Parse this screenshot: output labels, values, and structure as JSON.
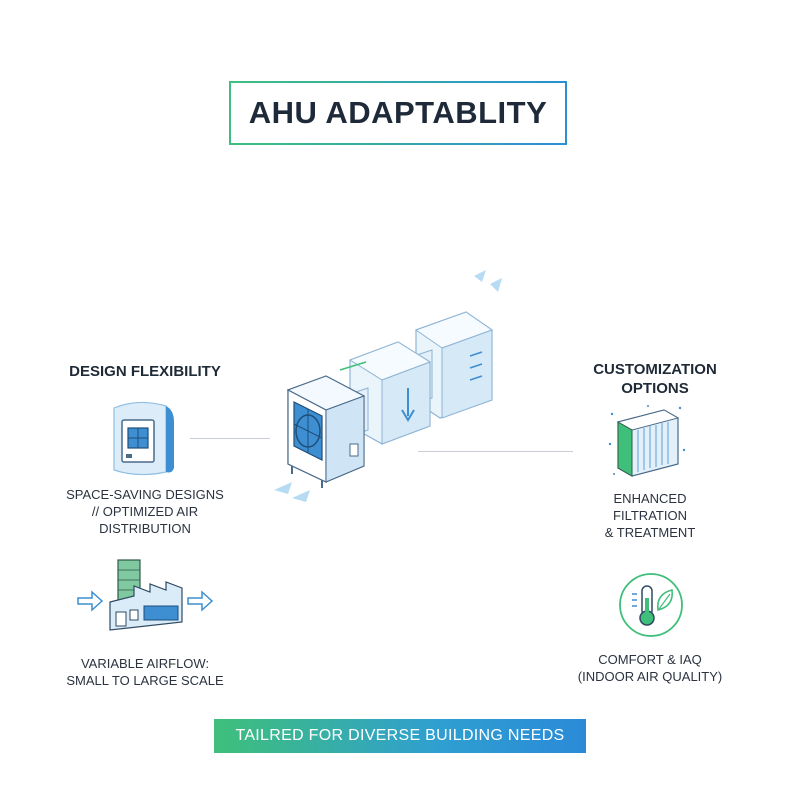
{
  "title": "AHU ADAPTABLITY",
  "left": {
    "heading": "DESIGN FLEXIBILITY",
    "space_caption_lines": [
      "SPACE-SAVING DESIGNS",
      "// OPTIMIZED AIR",
      "DISTRIBUTION"
    ],
    "airflow_caption_lines": [
      "VARIABLE AIRFLOW:",
      "SMALL TO LARGE SCALE"
    ]
  },
  "right": {
    "heading_lines": [
      "CUSTOMIZATION",
      "OPTIONS"
    ],
    "filter_caption_lines": [
      "ENHANCED",
      "FILTRATION",
      "& TREATMENT"
    ],
    "comfort_caption_lines": [
      "COMFORT & IAQ",
      "(INDOOR AIR QUALITY)"
    ]
  },
  "banner": "TAILRED FOR DIVERSE BUILDING NEEDS",
  "colors": {
    "accent_green": "#3fbf7a",
    "accent_blue": "#2b8ad8",
    "icon_blue": "#3d8fd1",
    "light_blue": "#d9ecf8"
  },
  "icons": [
    "space-saving-unit-icon",
    "factory-airflow-icon",
    "filter-icon",
    "thermometer-leaf-icon",
    "ahu-modules-illustration"
  ]
}
